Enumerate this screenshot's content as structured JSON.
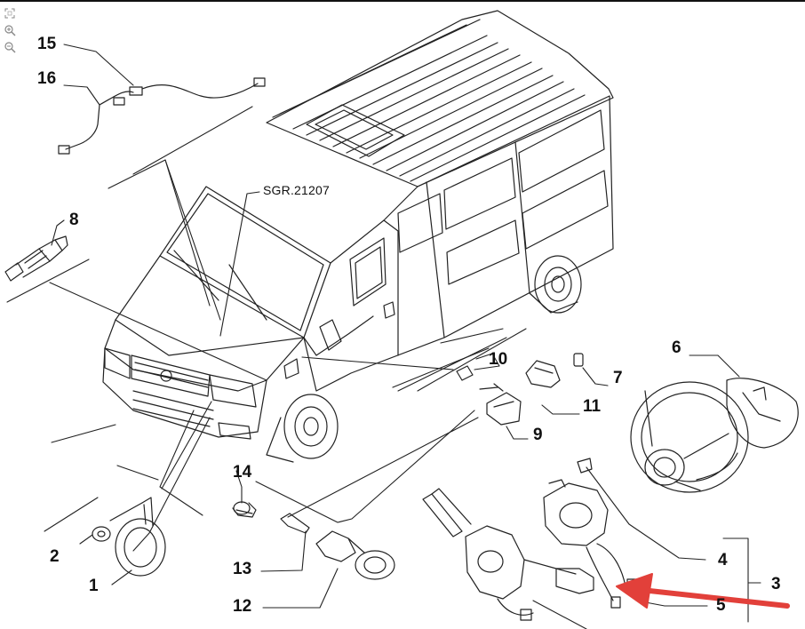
{
  "toolbar": {
    "items": [
      {
        "name": "fit-page-icon",
        "title": "fit"
      },
      {
        "name": "zoom-in-icon",
        "title": "zoom in"
      },
      {
        "name": "zoom-out-icon",
        "title": "zoom out"
      }
    ]
  },
  "reference": "SGR.21207",
  "callouts": {
    "c1": "1",
    "c2": "2",
    "c3": "3",
    "c4": "4",
    "c5": "5",
    "c6": "6",
    "c7": "7",
    "c8": "8",
    "c9": "9",
    "c10": "10",
    "c11": "11",
    "c12": "12",
    "c13": "13",
    "c14": "14",
    "c15": "15",
    "c16": "16"
  },
  "colors": {
    "line": "#222222",
    "arrow": "#e2403a",
    "background": "#ffffff"
  }
}
